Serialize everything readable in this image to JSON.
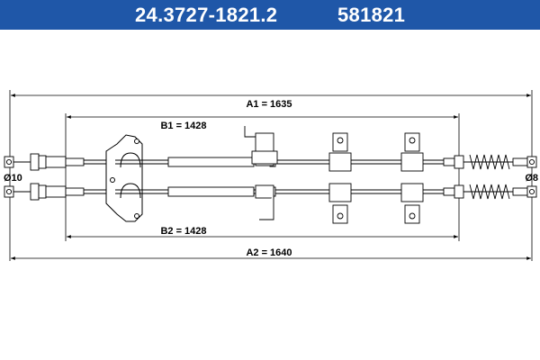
{
  "header": {
    "part_number": "24.3727-1821.2",
    "ref_number": "581821",
    "background": "#1f57a8"
  },
  "dimensions": {
    "a1": "A1 = 1635",
    "b1": "B1 = 1428",
    "b2": "B2 = 1428",
    "a2": "A2 = 1640",
    "diameter_left": "Ø10",
    "diameter_right": "Ø8"
  }
}
